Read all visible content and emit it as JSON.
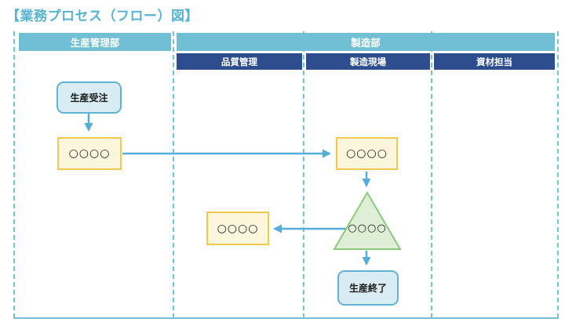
{
  "title": "【業務プロセス（フロー）図】",
  "lanes": {
    "production_management": "生産管理部",
    "manufacturing": "製造部",
    "quality_control": "品質管理",
    "manufacturing_floor": "製造現場",
    "materials": "資材担当"
  },
  "nodes": {
    "start": "生産受注",
    "process_pm": "○○○○",
    "process_floor": "○○○○",
    "process_qc": "○○○○",
    "decision": "○○○○",
    "end": "生産終了"
  },
  "colors": {
    "title_text": "#56b4d3",
    "lane_header_bg": "#70bfd4",
    "sub_header_bg": "#2e4d8e",
    "header_text": "#ffffff",
    "dashed_divider": "#72c4da",
    "process_fill": "#fdf5dc",
    "process_border": "#f1c94f",
    "terminal_fill": "#d9ebf3",
    "terminal_border": "#62b3d2",
    "decision_fill": "#dfeed6",
    "decision_border": "#8bc97d",
    "arrow": "#54aeda"
  }
}
